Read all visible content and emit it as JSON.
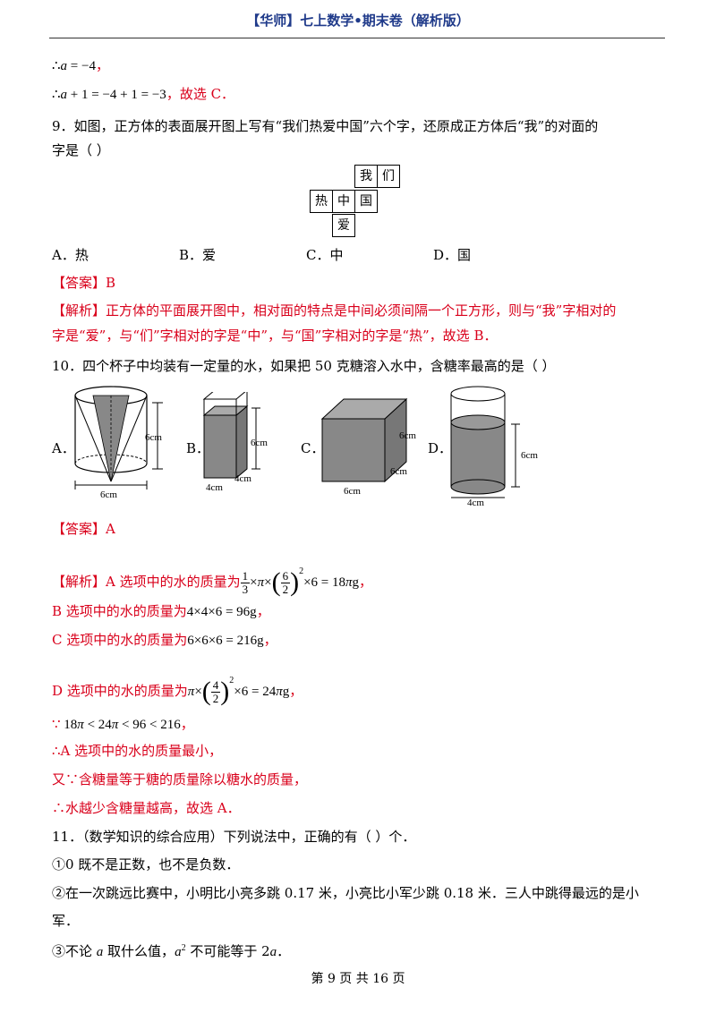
{
  "header": {
    "title": "【华师】七上数学•期末卷（解析版）"
  },
  "lines": {
    "l1a": "∴",
    "l1b": "a",
    "l1c": " = −4",
    "l1d": "，",
    "l2a": "∴",
    "l2b": "a",
    "l2c": " + 1 = −4 + 1 = −3",
    "l2d": "，故选 C．",
    "q9a": "9．如图，正方体的表面展开图上写有“我们热爱中国”六个字，还原成正方体后“我”的对面的",
    "q9b": "字是（        ）"
  },
  "net": {
    "c1": "我",
    "c2": "们",
    "c3": "热",
    "c4": "中",
    "c5": "国",
    "c6": "爱"
  },
  "q9_options": {
    "a": "A．热",
    "b": "B．爱",
    "c": "C．中",
    "d": "D．国"
  },
  "q9_answer": "【答案】B",
  "q9_exp1": "【解析】正方体的平面展开图中，相对面的特点是中间必须间隔一个正方形，则与“我”字相对的",
  "q9_exp2": "字是“爱”，与“们”字相对的字是“中”，与“国”字相对的字是“热”，故选 B．",
  "q10": "10．四个杯子中均装有一定量的水，如果把 50 克糖溶入水中，含糖率最高的是（        ）",
  "figures": {
    "a_label": "A．",
    "b_label": "B．",
    "c_label": "C．",
    "d_label": "D．",
    "a_h": "6cm",
    "a_w": "6cm",
    "b_h": "6cm",
    "b_w1": "4cm",
    "b_w2": "4cm",
    "c_h": "6cm",
    "c_d": "6cm",
    "c_w": "6cm",
    "d_h": "6cm",
    "d_w": "4cm"
  },
  "q10_answer": "【答案】A",
  "exp": {
    "a_pre": "【解析】A 选项中的水的质量为",
    "a_f1n": "1",
    "a_f1d": "3",
    "a_t1": "×",
    "a_pi": "π",
    "a_t2": "×",
    "a_f2n": "6",
    "a_f2d": "2",
    "a_sup": "2",
    "a_t3": "×6 = 18",
    "a_pi2": "π",
    "a_unit": "g",
    "a_end": "，",
    "b_pre": "B 选项中的水的质量为",
    "b_m": "4×4×6 = 96g",
    "b_end": "，",
    "c_pre": "C 选项中的水的质量为",
    "c_m": "6×6×6 = 216g",
    "c_end": "，",
    "d_pre": "D 选项中的水的质量为",
    "d_pi": "π",
    "d_t1": "×",
    "d_fn": "4",
    "d_fd": "2",
    "d_sup": "2",
    "d_t2": "×6 = 24",
    "d_pi2": "π",
    "d_unit": "g",
    "d_end": "，",
    "ineq_a": "∵",
    "ineq_b": " 18",
    "ineq_pi": "π",
    "ineq_c": " < 24",
    "ineq_pi2": "π",
    "ineq_d": " < 96 < 216",
    "ineq_e": "，",
    "s1": "∴A 选项中的水的质量最小，",
    "s2": "又∵含糖量等于糖的质量除以糖水的质量，",
    "s3": "∴水越少含糖量越高，故选 A．"
  },
  "q11": {
    "title": "11．（数学知识的综合应用）下列说法中，正确的有（    ）个．",
    "i1": "①0 既不是正数，也不是负数．",
    "i2a": "②在一次跳远比赛中，小明比小亮多跳 0.17 米，小亮比小军少跳 0.18  米．三人中跳得最远的是小",
    "i2b": "军．",
    "i3a": "③不论 ",
    "i3b": "a",
    "i3c": "  取什么值，",
    "i3d": "a",
    "i3e": "2",
    "i3f": " 不可能等于 2",
    "i3g": "a",
    "i3h": "．"
  },
  "footer": {
    "page": "第  9  页  共  16  页"
  }
}
